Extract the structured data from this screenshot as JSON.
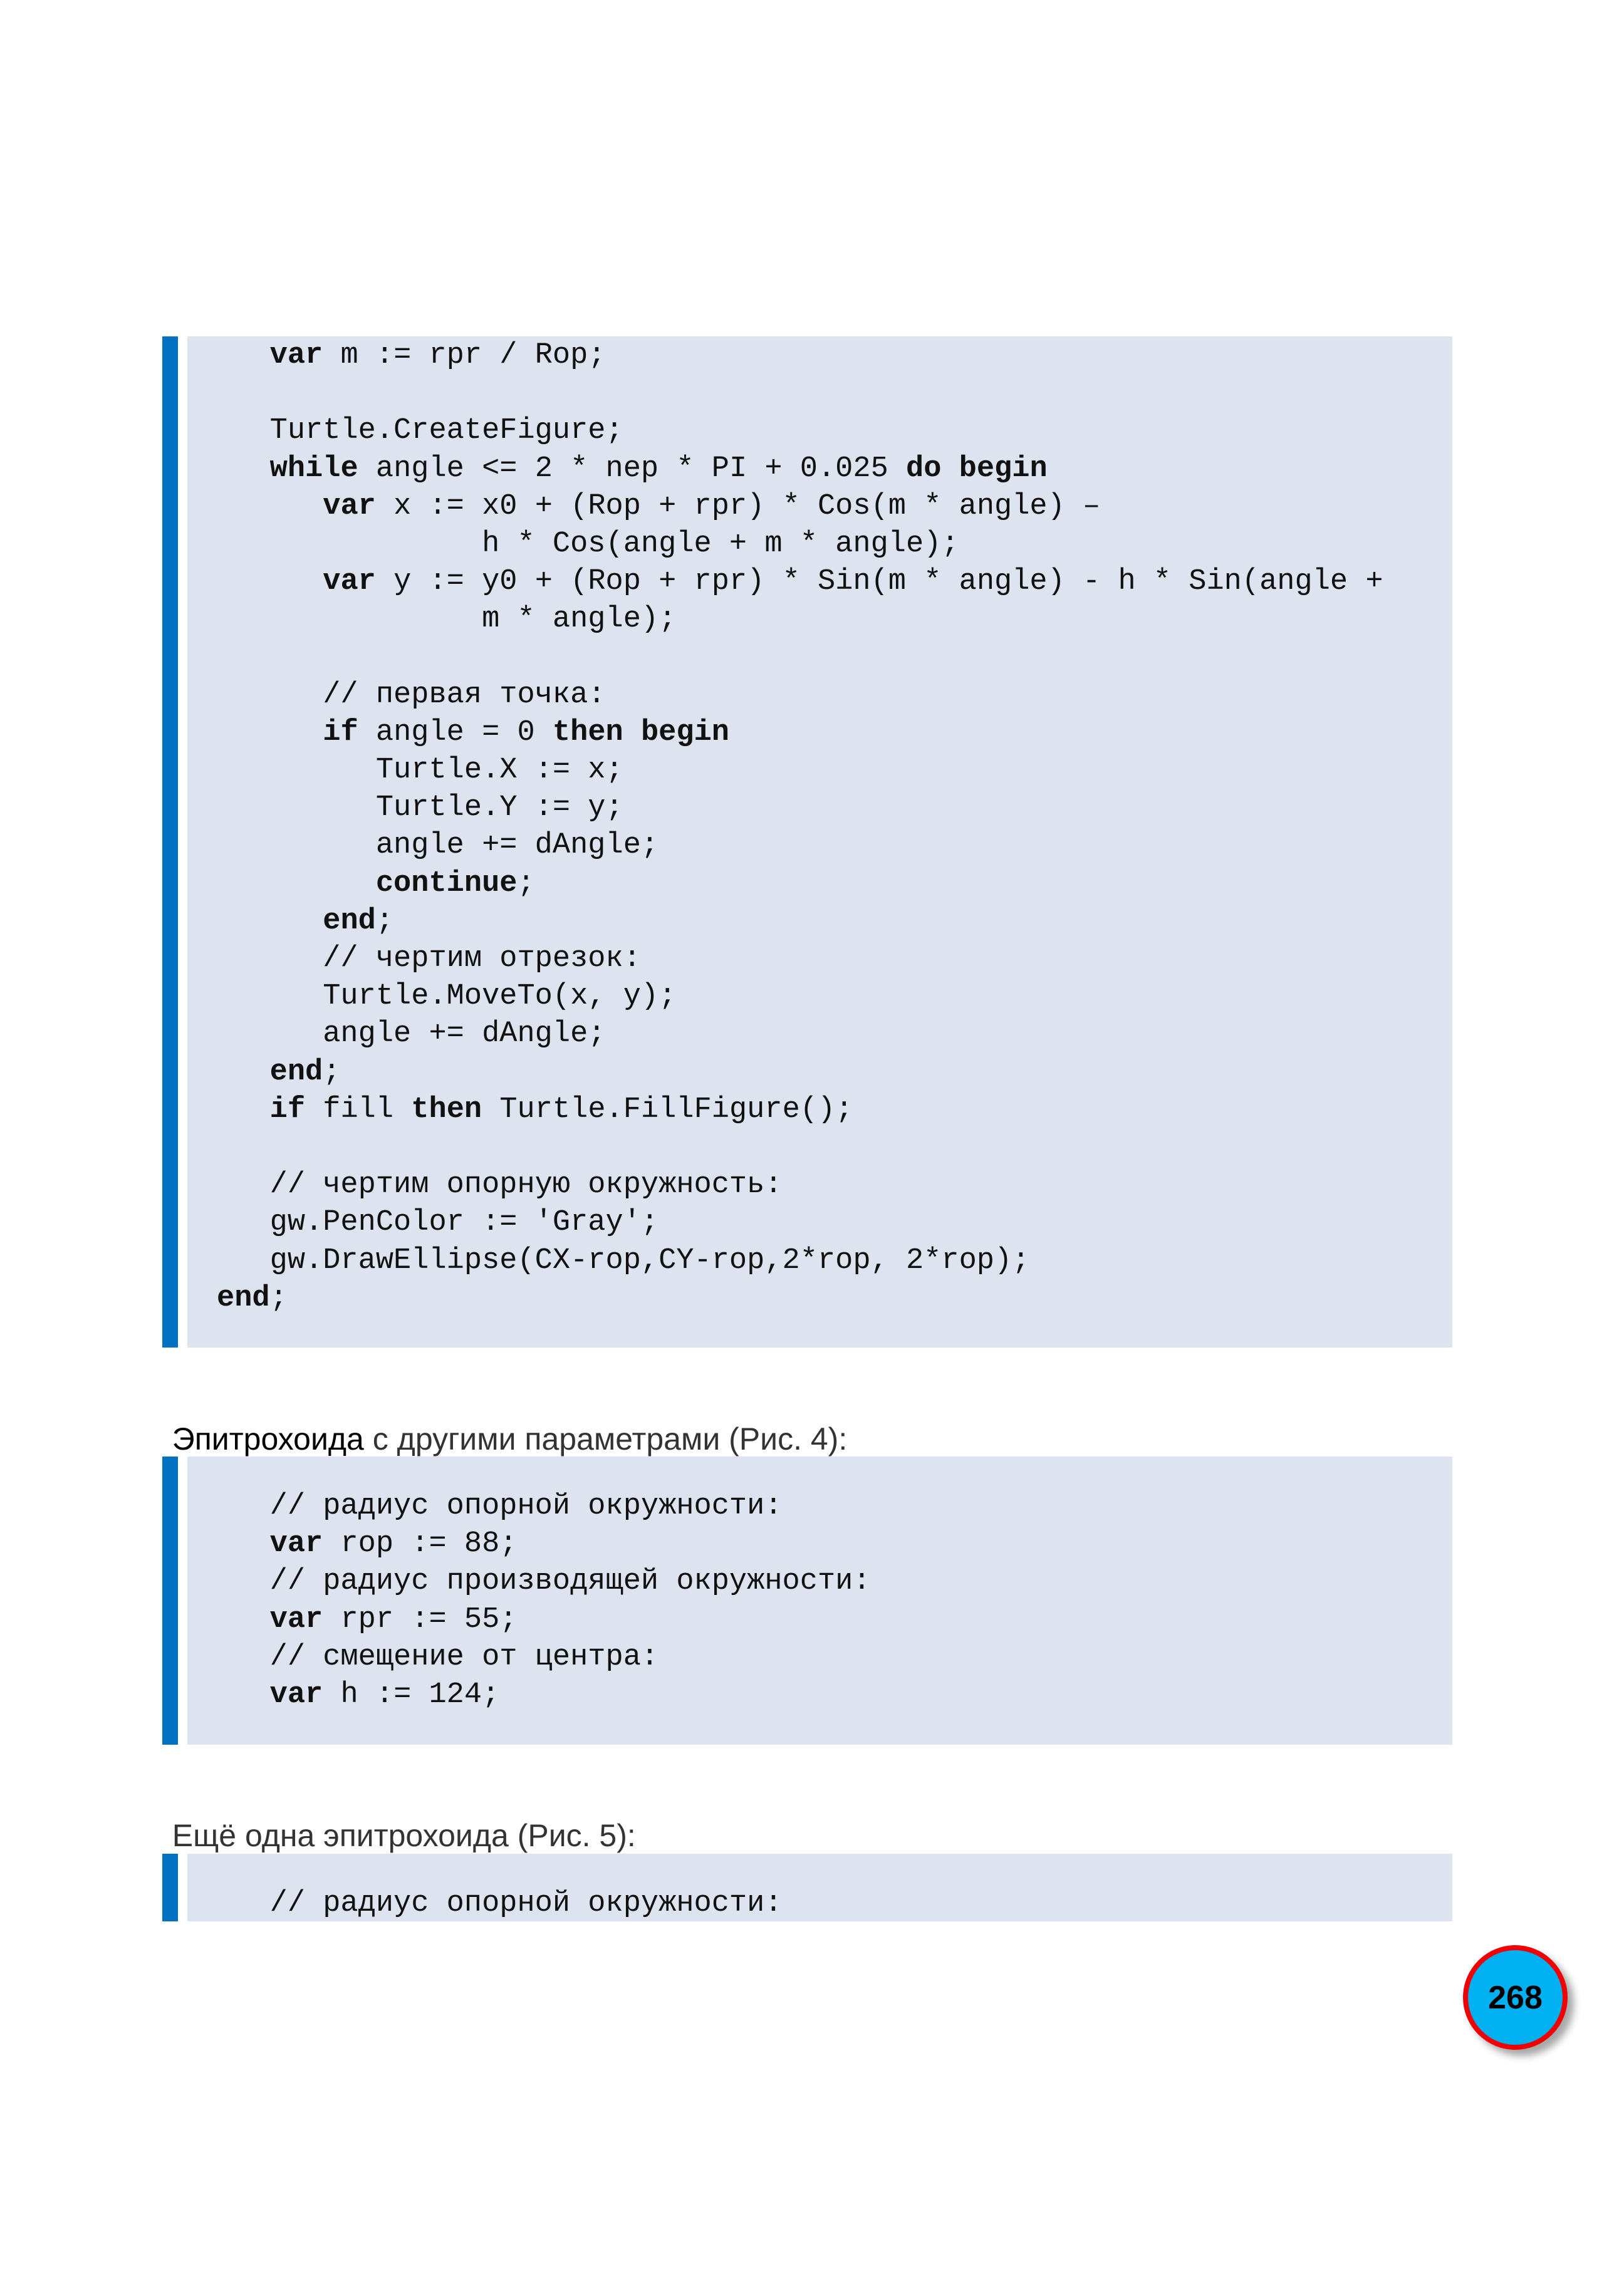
{
  "code_blocks": [
    {
      "lines": [
        [
          [
            "   ",
            0
          ],
          [
            "var",
            1
          ],
          [
            " m := rpr / Rop;",
            0
          ]
        ],
        [],
        [
          [
            "   Turtle.CreateFigure;",
            0
          ]
        ],
        [
          [
            "   ",
            0
          ],
          [
            "while",
            1
          ],
          [
            " angle <= 2 * nep * PI + 0.025 ",
            0
          ],
          [
            "do",
            1
          ],
          [
            " ",
            0
          ],
          [
            "begin",
            1
          ]
        ],
        [
          [
            "      ",
            0
          ],
          [
            "var",
            1
          ],
          [
            " x := x0 + (Rop + rpr) * Cos(m * angle) –",
            0
          ]
        ],
        [
          [
            "               h * Cos(angle + m * angle);",
            0
          ]
        ],
        [
          [
            "      ",
            0
          ],
          [
            "var",
            1
          ],
          [
            " y := y0 + (Rop + rpr) * Sin(m * angle) - h * Sin(angle +",
            0
          ]
        ],
        [
          [
            "               m * angle);",
            0
          ]
        ],
        [],
        [
          [
            "      // первая точка:",
            0
          ]
        ],
        [
          [
            "      ",
            0
          ],
          [
            "if",
            1
          ],
          [
            " angle = 0 ",
            0
          ],
          [
            "then",
            1
          ],
          [
            " ",
            0
          ],
          [
            "begin",
            1
          ]
        ],
        [
          [
            "         Turtle.X := x;",
            0
          ]
        ],
        [
          [
            "         Turtle.Y := y;",
            0
          ]
        ],
        [
          [
            "         angle += dAngle;",
            0
          ]
        ],
        [
          [
            "         ",
            0
          ],
          [
            "continue",
            1
          ],
          [
            ";",
            0
          ]
        ],
        [
          [
            "      ",
            0
          ],
          [
            "end",
            1
          ],
          [
            ";",
            0
          ]
        ],
        [
          [
            "      // чертим отрезок:",
            0
          ]
        ],
        [
          [
            "      Turtle.MoveTo(x, y);",
            0
          ]
        ],
        [
          [
            "      angle += dAngle;",
            0
          ]
        ],
        [
          [
            "   ",
            0
          ],
          [
            "end",
            1
          ],
          [
            ";",
            0
          ]
        ],
        [
          [
            "   ",
            0
          ],
          [
            "if",
            1
          ],
          [
            " fill ",
            0
          ],
          [
            "then",
            1
          ],
          [
            " Turtle.FillFigure();",
            0
          ]
        ],
        [],
        [
          [
            "   // чертим опорную окружность:",
            0
          ]
        ],
        [
          [
            "   gw.PenColor := 'Gray';",
            0
          ]
        ],
        [
          [
            "   gw.DrawEllipse(CX-rop,CY-rop,2*rop, 2*rop);",
            0
          ]
        ],
        [
          [
            "end",
            1
          ],
          [
            ";",
            0
          ]
        ]
      ]
    },
    {
      "lines": [
        [
          [
            "   // радиус опорной окружности:",
            0
          ]
        ],
        [
          [
            "   ",
            0
          ],
          [
            "var",
            1
          ],
          [
            " rop := 88;",
            0
          ]
        ],
        [
          [
            "   // радиус производящей окружности:",
            0
          ]
        ],
        [
          [
            "   ",
            0
          ],
          [
            "var",
            1
          ],
          [
            " rpr := 55;",
            0
          ]
        ],
        [
          [
            "   // смещение от центра:",
            0
          ]
        ],
        [
          [
            "   ",
            0
          ],
          [
            "var",
            1
          ],
          [
            " h := 124;",
            0
          ]
        ]
      ]
    },
    {
      "lines": [
        [
          [
            "   // радиус опорной окружности:",
            0
          ]
        ]
      ]
    }
  ],
  "paragraphs": {
    "p1_strong": "Эпитрохоида",
    "p1_rest": " с другими параметрами (Рис. 4):",
    "p2": "Ещё одна эпитрохоида (Рис. 5):"
  },
  "page_number": "268",
  "colors": {
    "accent_bar": "#0070c0",
    "code_bg": "#dde3ef",
    "badge_fill": "#00b0f0",
    "badge_border": "#f00000"
  }
}
